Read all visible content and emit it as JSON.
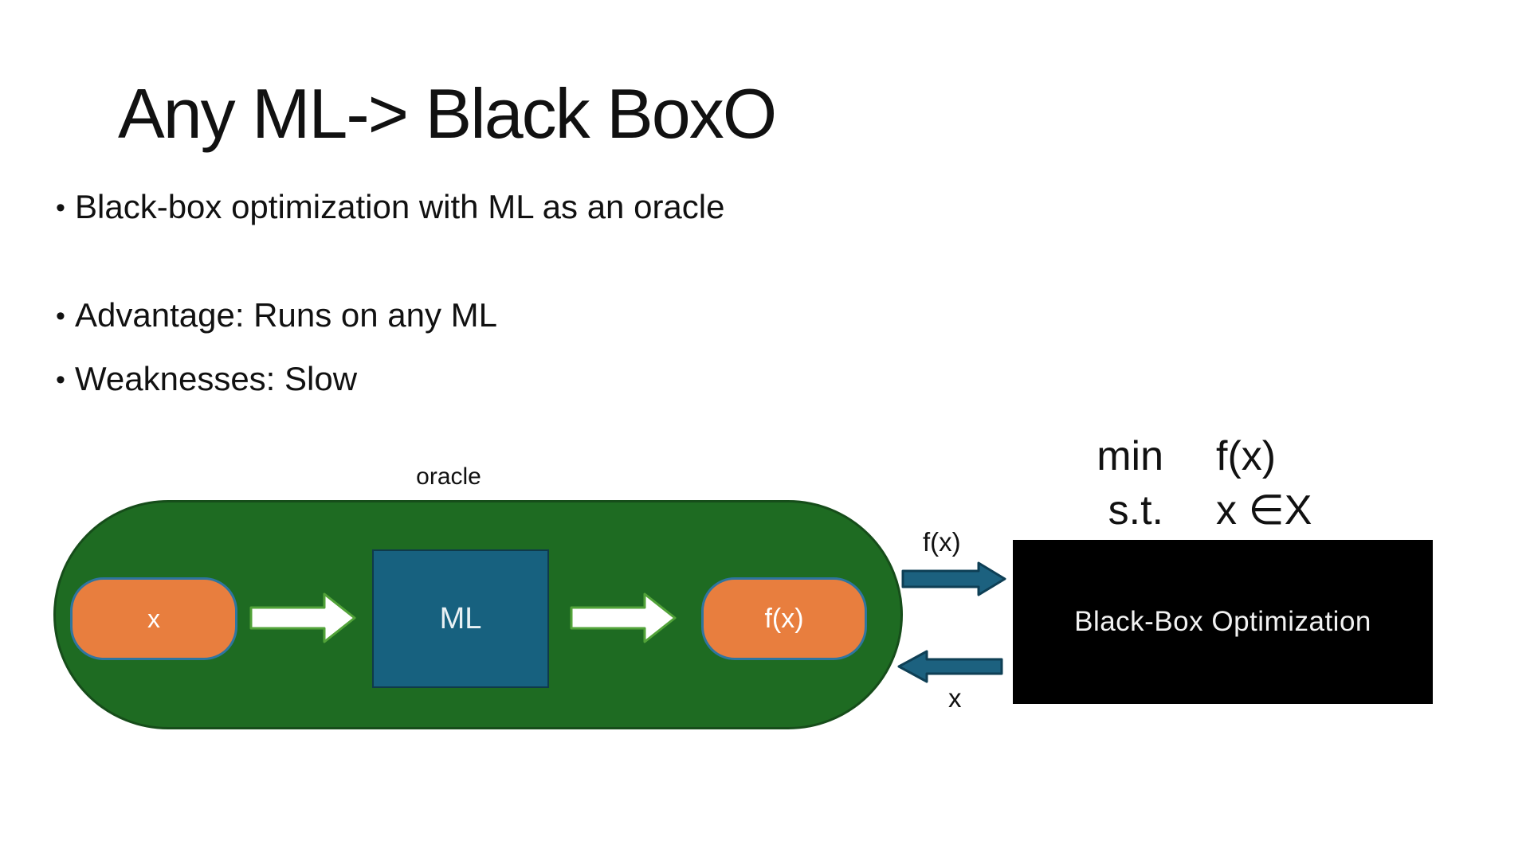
{
  "slide": {
    "title": "Any ML-> Black BoxO",
    "bullets": [
      "Black-box optimization with ML as an oracle",
      "Advantage: Runs on any ML",
      "Weaknesses: Slow"
    ]
  },
  "diagram": {
    "oracle_label": "oracle",
    "nodes": {
      "input": "x",
      "ml": "ML",
      "output": "f(x)",
      "blackbox": "Black-Box Optimization"
    },
    "arrow_labels": {
      "to_blackbox": "f(x)",
      "from_blackbox": "x"
    },
    "formula": {
      "row1_lhs": "min",
      "row1_rhs": "f(x)",
      "row2_lhs": "s.t.",
      "row2_rhs": "x ∈X"
    },
    "colors": {
      "green_fill": "#1E6B22",
      "green_border": "#164D1A",
      "orange_fill": "#E87E3E",
      "orange_border": "#2E75A0",
      "teal_fill": "#17617F",
      "teal_border": "#0F3A4A",
      "blue_arrow_fill": "#1C617F",
      "blue_arrow_border": "#0E3F55",
      "white_arrow_border": "#52A339",
      "black_box": "#000000"
    }
  }
}
